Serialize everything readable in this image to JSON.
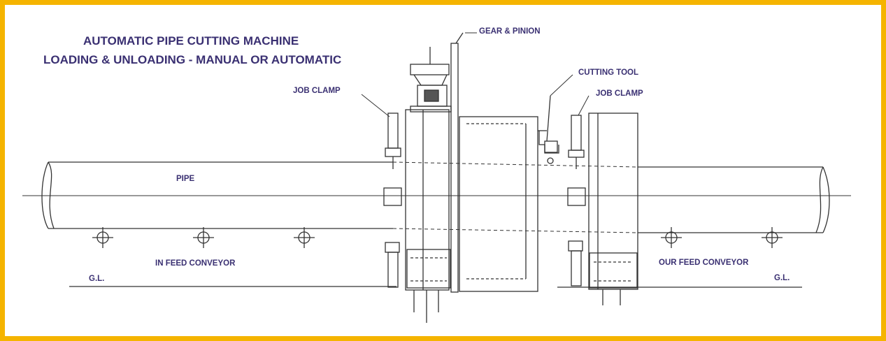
{
  "diagram": {
    "title_line1": "AUTOMATIC PIPE CUTTING MACHINE",
    "title_line2": "LOADING & UNLOADING - MANUAL OR AUTOMATIC",
    "labels": {
      "gear_pinion": "GEAR & PINION",
      "cutting_tool": "CUTTING TOOL",
      "job_clamp_left": "JOB CLAMP",
      "job_clamp_right": "JOB CLAMP",
      "pipe": "PIPE",
      "in_feed": "IN FEED CONVEYOR",
      "out_feed": "OUR FEED CONVEYOR",
      "gl_left": "G.L.",
      "gl_right": "G.L."
    }
  },
  "colors": {
    "border": "#f5b400",
    "text": "#3a3072",
    "line": "#333333"
  }
}
